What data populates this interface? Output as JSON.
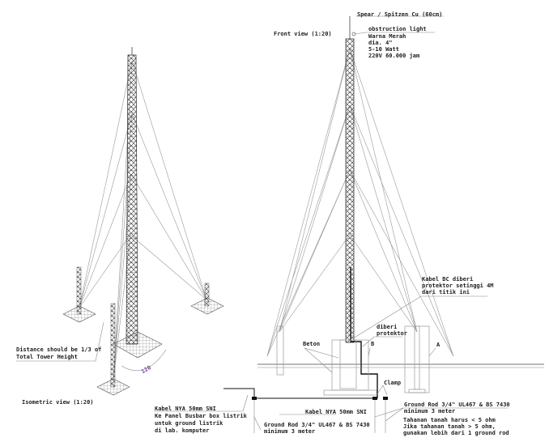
{
  "isometric": {
    "view_label": "Isometric view  (1:20)",
    "distance_note": [
      "Distance should be 1/3 of",
      "Total Tower Height"
    ],
    "angle_label": "120",
    "angle_color": "#7a3fa0"
  },
  "front": {
    "view_label": "Front view  (1:20)",
    "spear_label": "Spear / Spitzen Cu (60cm)",
    "obstruction_light": [
      "obstruction light",
      "Warna Merah",
      "dia. 4\"",
      "5-10 Watt",
      "220V 60.000 jam"
    ],
    "kabel_bc_note": [
      "Kabel BC diberi",
      "protektor setinggi 4M",
      "dari titik ini"
    ],
    "protektor_note": [
      "diberi",
      "protektor"
    ],
    "beton_label": "Beton",
    "label_b": "B",
    "label_a": "A",
    "clamp_label": "Clamp",
    "kabel_nya_label": "Kabel NYA 50mm SNI",
    "panel_note": [
      "Kabel NYA 50mm SNI",
      "Ke Panel Busbar box listrik",
      "untuk ground listrik",
      "di lab. komputer"
    ],
    "ground_rod_left": [
      "Ground Rod 3/4\" UL467 & BS 7430",
      "minimum 3 meter"
    ],
    "ground_rod_right": [
      "Ground Rod 3/4\" UL467 & BS 7430",
      "minimum 3 meter"
    ],
    "resistance_note": [
      "Tahanan tanah harus < 5 ohm",
      "Jika tahanan tanah > 5 ohm,",
      "gunakan lebih dari 1 ground rod"
    ]
  }
}
